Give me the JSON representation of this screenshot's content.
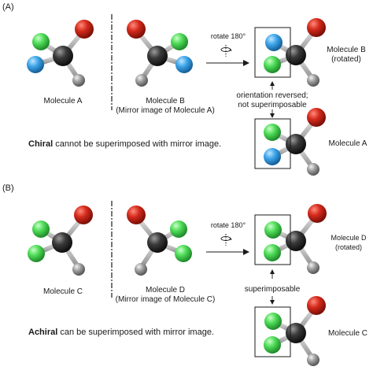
{
  "section_a": {
    "label": "(A)",
    "molecule_a_caption": "Molecule A",
    "molecule_b_caption_line1": "Molecule B",
    "molecule_b_caption_line2": "(Mirror image of Molecule A)",
    "rotate_label": "rotate 180°",
    "rotated_label_line1": "Molecule B",
    "rotated_label_line2": "(rotated)",
    "comparison_line1": "orientation reversed;",
    "comparison_line2": "not superimposable",
    "bottom_label": "Molecule A",
    "statement_bold": "Chiral",
    "statement_rest": " cannot be superimposed with mirror image."
  },
  "section_b": {
    "label": "(B)",
    "molecule_c_caption": "Molecule C",
    "molecule_d_caption_line1": "Molecule D",
    "molecule_d_caption_line2": "(Mirror image of Molecule C)",
    "rotate_label": "rotate 180°",
    "rotated_label_line1": "Molecule D",
    "rotated_label_line2": "(rotated)",
    "comparison_line1": "superimposable",
    "bottom_label": "Molecule C",
    "statement_bold": "Achiral",
    "statement_rest": " can be superimposed with mirror image."
  },
  "colors": {
    "red": "#d42a1c",
    "green": "#4fdc58",
    "blue": "#3ea6ea",
    "gray": "#9a9a9a",
    "carbon": "#3a3a3a"
  }
}
